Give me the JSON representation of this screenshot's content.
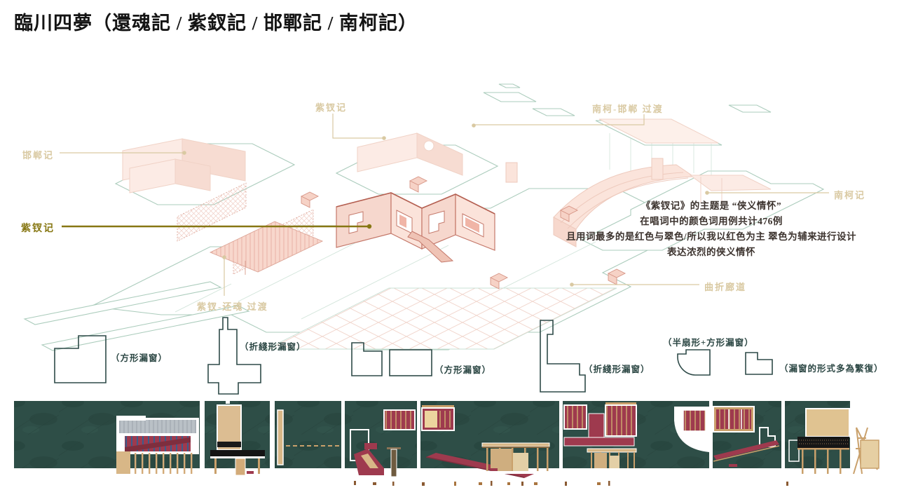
{
  "title": "臨川四夢（還魂記 / 紫釵記 / 邯鄲記 / 南柯記）",
  "axon": {
    "labels": {
      "handan": "邯郸记",
      "zichai_left": "紫钗记",
      "zichai_top": "紫钗记",
      "nanke_handan": "南柯-邯郸 过渡",
      "nanke": "南柯记",
      "corridor": "曲折廊道",
      "zichai_huanhun": "紫钗-还魂 过渡"
    },
    "annotation_lines": [
      "《紫钗记》的主题是 “侠义情怀”",
      "在唱词中的颜色词用例共计476例",
      "且用词最多的是红色与翠色/所以我以红色为主 翠色为辅来进行设计",
      "表达浓烈的侠义情怀"
    ]
  },
  "windows": {
    "labels": [
      "（方形漏窗）",
      "（折綫形漏窗）",
      "（方形漏窗）",
      "（折綫形漏窗）",
      "（半扇形+方形漏窗）",
      "（漏窗的形式多為繁復）"
    ]
  },
  "colors": {
    "accent_olive": "#877713",
    "label_tan": "#d9c9a2",
    "axon_teal_outline": "#abccbc",
    "axon_pink_fill": "#fcebe5",
    "focus_pink": "#f6d7cd",
    "focus_edge": "#c4786a",
    "window_outline": "#2e4a48",
    "panel_green": "#2e4e47",
    "elevation_red": "#9e3a4e",
    "elevation_tan": "#d3ab79",
    "ink": "#3c332e"
  }
}
